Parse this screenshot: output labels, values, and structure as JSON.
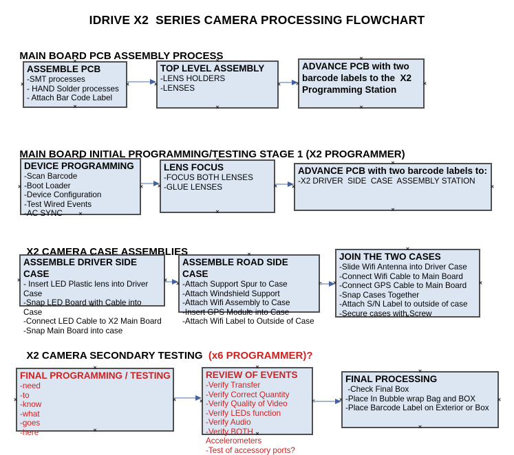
{
  "title": "IDRIVE X2  SERIES CAMERA PROCESSING FLOWCHART",
  "glyphs": {
    "connection_point": "×"
  },
  "colors": {
    "box_fill": "#dce6f2",
    "box_border": "#4f4f4f",
    "arrow_line": "#a3b6d3",
    "arrow_head": "#44639e",
    "accent_red": "#cc2222"
  },
  "sections": [
    {
      "header": "MAIN BOARD PCB ASSEMBLY PROCESS",
      "boxes": [
        {
          "title": "ASSEMBLE PCB",
          "items": [
            "-SMT processes",
            "- HAND Solder processes",
            "- Attach Bar Code Label"
          ]
        },
        {
          "title": "TOP LEVEL ASSEMBLY",
          "items": [
            "-LENS HOLDERS",
            "-LENSES"
          ]
        },
        {
          "title": "ADVANCE PCB with two barcode labels to the  X2 Programming Station",
          "items": []
        }
      ]
    },
    {
      "header": "MAIN BOARD INITIAL PROGRAMMING/TESTING STAGE 1 (X2 PROGRAMMER)",
      "boxes": [
        {
          "title": "DEVICE PROGRAMMING",
          "items": [
            "-Scan Barcode",
            "-Boot Loader",
            "-Device Configuration",
            "-Test Wired Events",
            "-AC SYNC"
          ]
        },
        {
          "title": "LENS FOCUS",
          "items": [
            "-FOCUS BOTH LENSES",
            "-GLUE LENSES"
          ]
        },
        {
          "title": "ADVANCE PCB with two barcode labels to:",
          "items": [
            "-X2 DRIVER  SIDE  CASE  ASSEMBLY STATION"
          ]
        }
      ]
    },
    {
      "header": "X2 CAMERA CASE ASSEMBLIES",
      "boxes": [
        {
          "title": "ASSEMBLE DRIVER SIDE CASE",
          "items": [
            "- Insert LED Plastic lens into Driver Case",
            "-Snap LED Board with Cable into Case",
            "-Connect LED Cable to X2 Main Board",
            "-Snap Main Board into case"
          ]
        },
        {
          "title": "ASSEMBLE ROAD SIDE CASE",
          "items": [
            "-Attach Support Spur to Case",
            "-Attach Windshield Support",
            "-Attach Wifi Assembly to Case",
            "-Insert GPS Module into Case",
            "-Attach Wifi Label to Outside of Case"
          ]
        },
        {
          "title": "JOIN THE TWO CASES",
          "items": [
            "-Slide Wifi Antenna into Driver Case",
            "-Connect Wifi Cable to Main Board",
            "-Connect GPS Cable to Main Board",
            "-Snap Cases Together",
            "-Attach S/N Label to outside of case",
            "-Secure cases with Screw"
          ]
        }
      ]
    },
    {
      "header": "X2 CAMERA SECONDARY TESTING ",
      "header_suffix": " (x6 PROGRAMMER)?",
      "boxes": [
        {
          "title": "FINAL PROGRAMMING / TESTING",
          "color": "red",
          "items": [
            "-need",
            "-to",
            "-know",
            "-what",
            "-goes",
            "-here"
          ]
        },
        {
          "title": "REVIEW OF EVENTS",
          "color": "red",
          "items": [
            "-Verify Transfer",
            "-Verify Correct Quantity",
            "-Verify Quality of Video",
            "-Verify LEDs function",
            "-Verify Audio",
            "-Verify BOTH Accelerometers",
            "-Test of accessory ports?"
          ]
        },
        {
          "title": "FINAL PROCESSING",
          "items": [
            " -Check Final Box",
            "-Place In Bubble wrap Bag and BOX",
            "-Place Barcode Label on Exterior or Box"
          ]
        }
      ]
    }
  ]
}
